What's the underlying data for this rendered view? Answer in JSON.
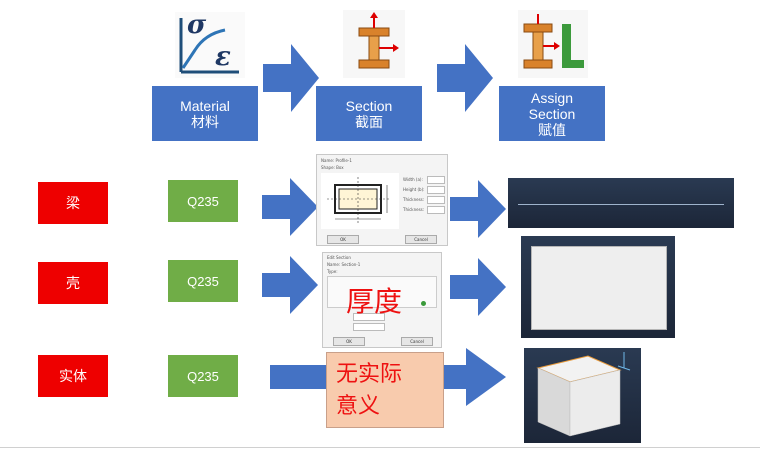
{
  "steps": [
    {
      "line1": "Material",
      "line2": "材料",
      "line3": ""
    },
    {
      "line1": "Section",
      "line2": "截面",
      "line3": ""
    },
    {
      "line1": "Assign",
      "line2": "Section",
      "line3": "赋值"
    }
  ],
  "rows": [
    {
      "type": "梁",
      "material": "Q235"
    },
    {
      "type": "壳",
      "material": "Q235"
    },
    {
      "type": "实体",
      "material": "Q235"
    }
  ],
  "icons": {
    "material_sigma": "σ",
    "material_epsilon": "ε"
  },
  "beam_dialog": {
    "name_label": "Name:",
    "name_value": "Profile-1",
    "shape_label": "Shape:",
    "shape_value": "Box",
    "field1": "Width (a):",
    "field2": "Height (b):",
    "field3": "Thickness:",
    "field4": "Thickness:",
    "ok": "OK",
    "cancel": "Cancel"
  },
  "shell_dialog": {
    "title": "Edit Section",
    "name_label": "Name:",
    "name_value": "Section-1",
    "type_label": "Type:",
    "ok": "OK",
    "cancel": "Cancel",
    "overlay": "厚度"
  },
  "solid_note": {
    "line1": "无实际",
    "line2": "意义"
  }
}
